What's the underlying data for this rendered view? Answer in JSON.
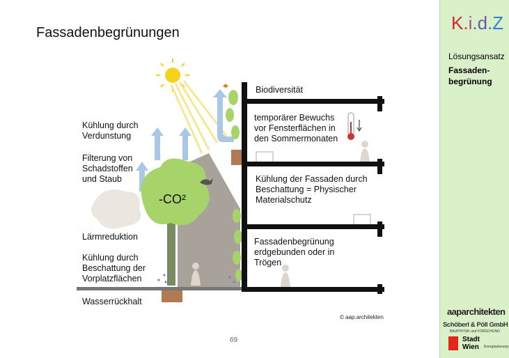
{
  "title": "Fassadenbegrünungen",
  "labels": {
    "kuehlung_verdunstung": "Kühlung durch Verdunstung",
    "filterung": "Filterung von Schadstoffen und Staub",
    "laerm": "Lärmreduktion",
    "kuehlung_vorplatz": "Kühlung durch Beschattung der Vorplatzflächen",
    "wasser": "Wasserrückhalt",
    "co2": "-CO²",
    "biodiv": "Biodiversität",
    "temporaer": "temporärer Bewuchs vor Fensterflächen in den Sommermonaten",
    "kuehlung_fassade": "Kühlung der Fassaden durch Beschattung = Physischer Materialschutz",
    "fassadenbeg": "Fassadenbegrünung erdgebunden oder in Trögen",
    "copyright": "© aap.architekten"
  },
  "page_number": "69",
  "sidebar": {
    "logo": {
      "k": "K",
      ".1": ".",
      "i": "i",
      ".2": ".",
      "d": "d",
      ".3": ".",
      "z": "Z"
    },
    "section": "Lösungsansatz",
    "topic": "Fassaden-begrünung",
    "partner1": "aaparchitekten",
    "partner2": "Schöberl & Pöll GmbH",
    "partner2_sub": "BAUPHYSIK und FORSCHUNG",
    "partner3": "Stadt Wien",
    "partner3_sub": "Energieplanung"
  }
}
